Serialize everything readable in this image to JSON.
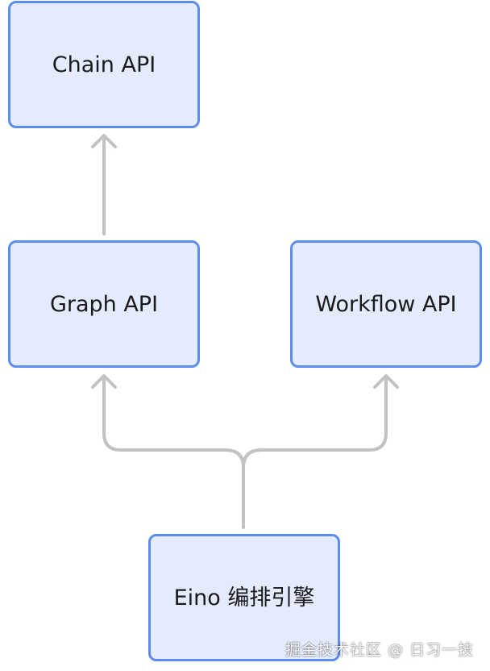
{
  "nodes": {
    "chain": "Chain API",
    "graph": "Graph API",
    "workflow": "Workflow API",
    "eino": "Eino 编排引擎"
  },
  "watermark": "掘金技术社区 @ 日习一技",
  "colors": {
    "node_fill": "#e3ebfd",
    "node_border": "#5b8cee",
    "edge": "#c2c2c2"
  }
}
